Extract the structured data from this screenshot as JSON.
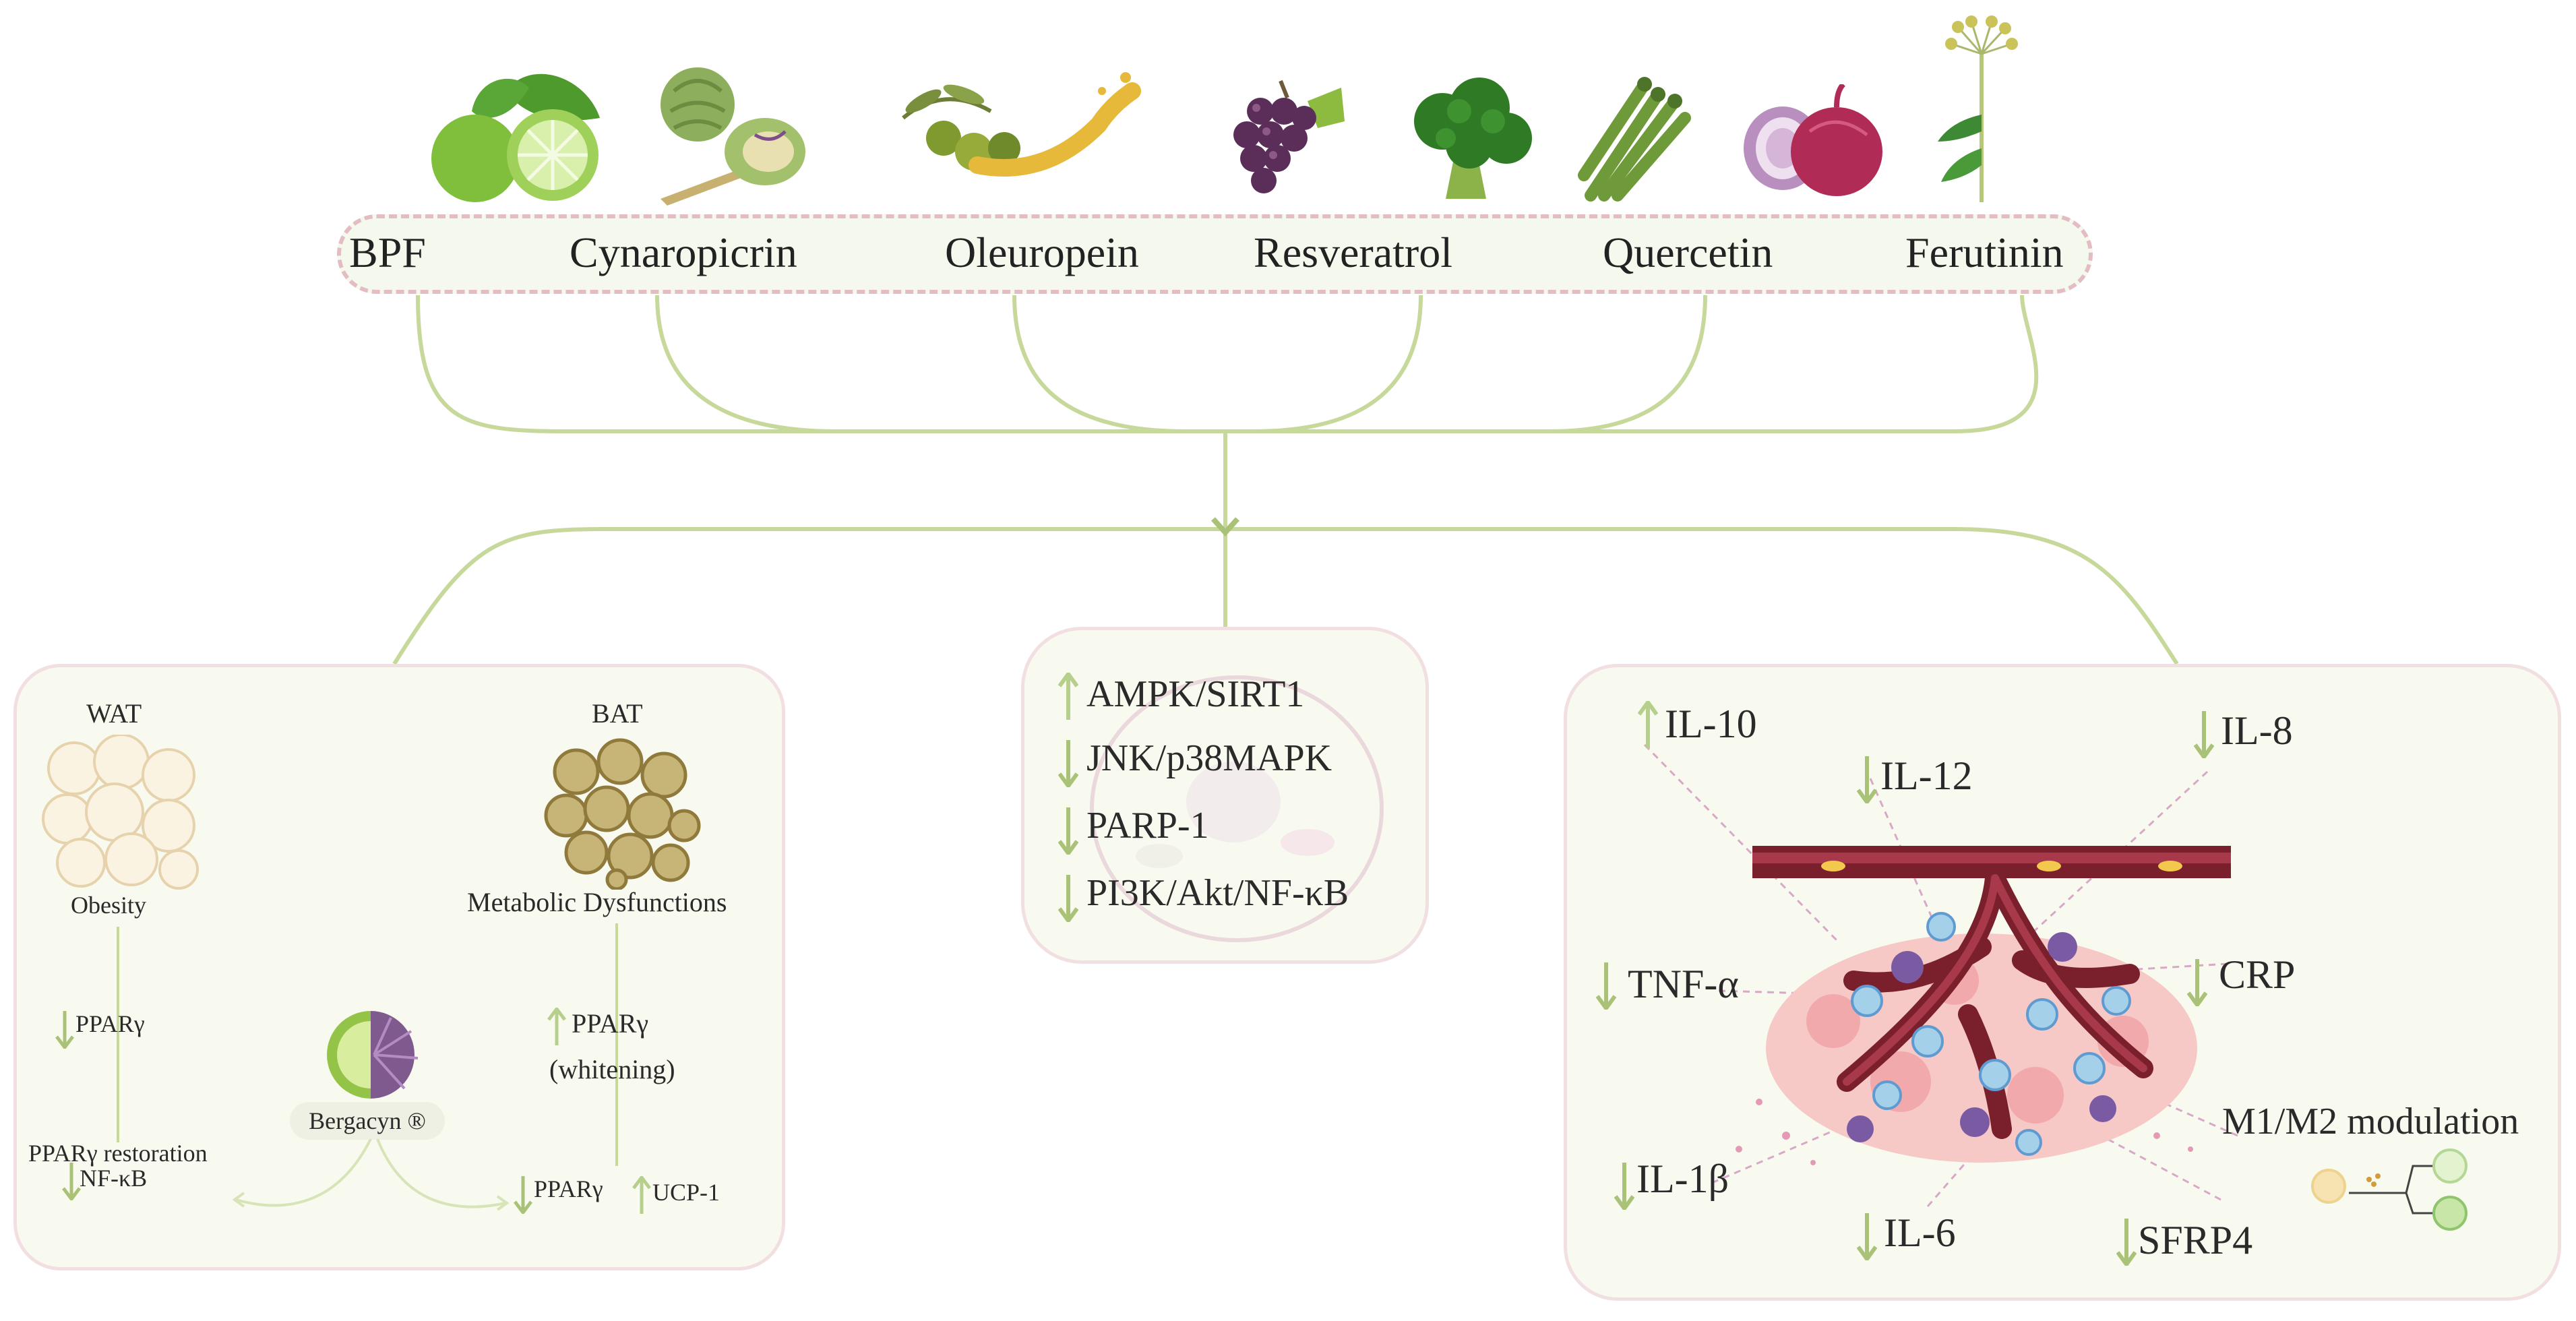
{
  "compounds": [
    {
      "label": "BPF",
      "icon": "bergamot-icon"
    },
    {
      "label": "Cynaropicrin",
      "icon": "artichoke-icon"
    },
    {
      "label": "Oleuropein",
      "icon": "olive-oil-icon"
    },
    {
      "label": "Resveratrol",
      "icon": "grapes-icon"
    },
    {
      "label": "Quercetin",
      "icon": "broccoli-icon"
    },
    {
      "label": "Quercetin",
      "icon": "asparagus-icon"
    },
    {
      "label": "Quercetin",
      "icon": "onion-icon"
    },
    {
      "label": "Ferutinin",
      "icon": "ferula-icon"
    }
  ],
  "food_labels": [
    "BPF",
    "Cynaropicrin",
    "Oleuropein",
    "Resveratrol",
    "Quercetin",
    "Ferutinin"
  ],
  "colors": {
    "up_arrow": "#b7cf8c",
    "down_arrow": "#a9c277",
    "connector": "#c6d89a",
    "panel_border": "#f1dfe2",
    "panel_fill": "#f8faef",
    "dashed": "#d9a7b1"
  },
  "adipose": {
    "wat_title": "WAT",
    "wat_caption": "Obesity",
    "wat_ppar": "PPARγ",
    "wat_ppar_dir": "down",
    "wat_restoration": "PPARγ restoration",
    "wat_nfkb": "NF-κB",
    "wat_nfkb_dir": "down",
    "bat_title": "BAT",
    "bat_caption": "Metabolic Dysfunctions",
    "bat_ppar": "PPARγ",
    "bat_ppar_dir": "up",
    "bat_whitening": "(whitening)",
    "bat_ppar2": "PPARγ",
    "bat_ppar2_dir": "down",
    "bat_ucp": "UCP-1",
    "bat_ucp_dir": "up",
    "product": "Bergacyn ®"
  },
  "signaling": [
    {
      "label": "AMPK/SIRT1",
      "dir": "up"
    },
    {
      "label": "JNK/p38MAPK",
      "dir": "down"
    },
    {
      "label": "PARP-1",
      "dir": "down"
    },
    {
      "label": "PI3K/Akt/NF-κB",
      "dir": "down"
    }
  ],
  "inflammation": {
    "il10": {
      "label": "IL-10",
      "dir": "up"
    },
    "il12": {
      "label": "IL-12",
      "dir": "down"
    },
    "il8": {
      "label": "IL-8",
      "dir": "down"
    },
    "tnf": {
      "label": "TNF-α",
      "dir": "down"
    },
    "crp": {
      "label": "CRP",
      "dir": "down"
    },
    "m1m2": {
      "label": "M1/M2 modulation"
    },
    "il1b": {
      "label": "IL-1β",
      "dir": "down"
    },
    "il6": {
      "label": "IL-6",
      "dir": "down"
    },
    "sfrp4": {
      "label": "SFRP4",
      "dir": "down"
    }
  }
}
